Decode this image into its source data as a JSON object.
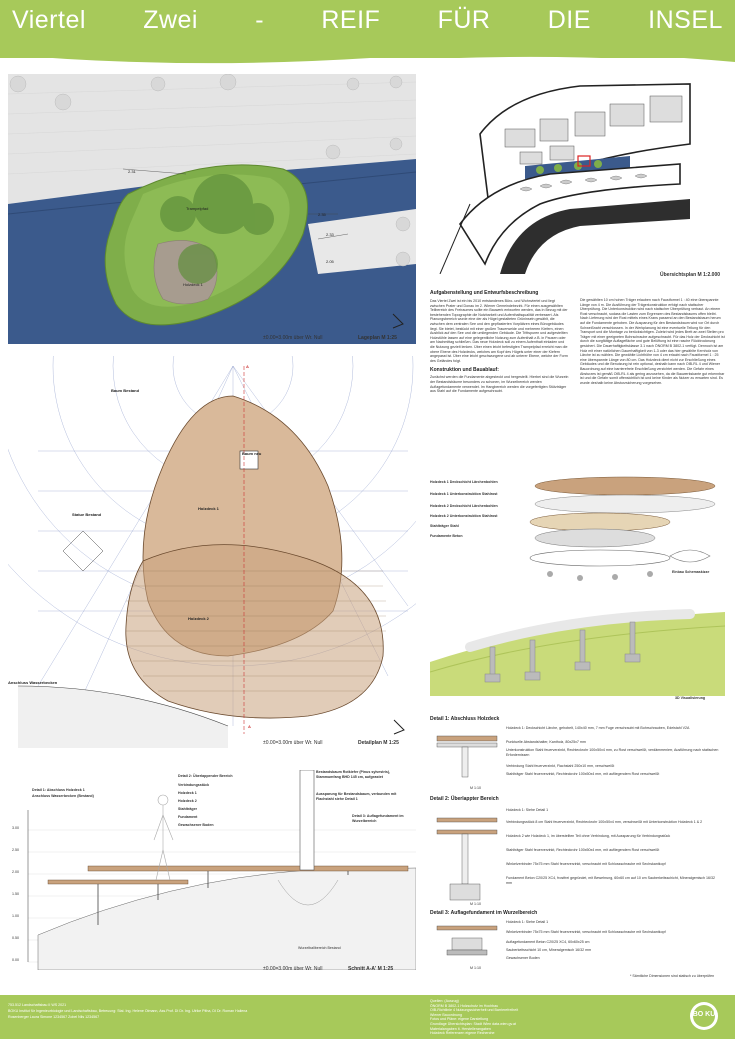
{
  "header": {
    "title_words": [
      "Viertel",
      "Zwei",
      "-",
      "REIF",
      "FÜR",
      "DIE",
      "INSEL"
    ]
  },
  "lageplan": {
    "level": "±0.00=3.00m über Wr. Null",
    "scale_label": "Lageplan M 1:25",
    "labels": {
      "holzdeck1": "Holzdeck 1",
      "trampelpfad": "Trampelpfad",
      "t1": "2.31",
      "t2": "2.35",
      "t3": "2.33",
      "t4": "2.05"
    }
  },
  "uebersicht": {
    "scale_label": "Übersichtsplan M 1:2.000"
  },
  "detailplan": {
    "level": "±0.00=3.00m über Wr. Null",
    "scale_label": "Detailplan M 1:25",
    "section_marker": "A",
    "labels": {
      "baum_bestand": "Baum Bestand",
      "baum_neu": "Baum neu",
      "holzdeck1": "Holzdeck 1",
      "holzdeck2": "Holzdeck 2",
      "statue": "Statue Bestand",
      "anschluss": "Anschluss Wasserbecken"
    }
  },
  "schnitt": {
    "level": "±0.00=3.00m über Wr. Null",
    "scale_label": "Schnitt A-A' M 1:25",
    "labels": {
      "d1": "Detail 1: Abschluss Holzdeck 1",
      "d1b": "Anschluss Wasserbecken (Bestand)",
      "d2": "Detail 2: Überlappender Bereich",
      "verb": "Verbindungsstück",
      "hd1": "Holzdeck 1",
      "hd2": "Holzdeck 2",
      "stuetz": "Stahlträger",
      "fund": "Fundament",
      "gew": "Gewachsener Boden",
      "baum1": "Bestandsbaum Rotkiefer (Pinus sylvestris), Stammumfang BHD 145 cm, aufgeastet",
      "aus": "Aussparung für Bestandsbaum, verbunden mit Flachstahl siehe Detail 1",
      "d3": "Detail 3: Auflagefundament im Wurzelbereich",
      "wurzel": "Wurzelballbereich Bestand"
    },
    "ticks": [
      "3.00",
      "2.50",
      "2.00",
      "1.50",
      "1.00",
      "0.50",
      "0.00"
    ]
  },
  "text": {
    "h1": "Aufgabenstellung und Entwurfsbeschreibung",
    "p1": "Das Viertel Zwei ist ein bis 2010 entstandenes Büro- und Wohnviertel und liegt zwischen Prater und Donau im 2. Wiener Gemeindebezirk. Für einen ausgewählten Teilbereich des Freiraumes sollte ein Bauwerk entworfen werden, das in Bezug mit der bestehenden Topographie die Nutzbarkeit und Aufenthaltsqualität verbessert. Als Planungsbereich wurde eine der als Hügel gestalteten Grüninseln gewählt, die zwischen dem zentralen See und den gepflasterten Vorplätzen eines Bürogebäudes liegt. Sie bietet, bestückt mit einer großen Trauerweide und mehreren Kiefern, einen Ausblick auf den See und die umliegenden Gebäude. Die Trittspuren und aufgestellten Holzstühle lassen auf eine gelegentliche Nutzung zum Aufenthalt z.B. in Pausen oder am Nachmittag schließen. Das neue Holzdeck soll zu einem Aufenthalt einladen und die Nutzung gezielt lenken. Über einen leicht befestigten Trampelpfad erreicht man die obere Ebene des Holzdecks, welches am Kopf des Hügels unter einer der Kiefern angepasst ist. Über eine leicht geschwungene und ab unterer Ebene, welche der Form des Geländes folgt.",
    "h2": "Konstruktion und Bauablauf:",
    "p2": "Zunächst werden die Fundamente abgesteckt und hergestellt. Hierbei sind die Wurzeln der Bestandsbäume besonders zu schonen, im Wurzelbereich werden Auflagefundamente verwendet. Im Hangbereich werden die vorgefertigten Stützträger aus Stahl auf die Fundamente aufgeschraubt.",
    "p3": "Die gewählten 10 cm hohen Träger erlauben nach Faustformel 1 : 40 eine überspannte Länge von 4 m. Die Ausführung der Trägerkonstruktion erfolgt nach statischer Überprüfung. Die Unterkonstruktion wird nach statischer Überprüfung verbaut. An einem Rost verschraubt, sodass die Lasten zum Ergrenzen des Bestandsbaums offen bleibt. Nach Lieferung wird der Rost mittels eines Krans passend an den Bestandsbaum herum auf die Fundamente gehoben. Die Ausparung für den Bestandsbaum wird vor Ort durch Schweißnaht verschlossen. In der Werkplanung ist eine eventuelle Teilung für den Transport und die Montage zu berücksichtigen. Zuletzt wird jedes Brett an zwei Stellen pro Träger mit einer geeigneten Bohrschraube aufgeschraubt. Für das Holz der Deckschicht ist durch die sorgfältige Auflagefläche und gute Belüftung ist eine rasche Rücktrocknung gesichert. Die Dauerhaftigkeitsklasse 3.1 nach ÖNORM B 3802-1 verfügt. Dennoch ist am Holz mit einer natürlichen Dauerhaftigkeit von 1-3 oder das hier gewählte Kernholz von Lärche ist zu wählen. Die gewählte Lichthöhe von 4 cm erlaubt nach Faustformel 1 : 25 eine überspannte Länge von 80 cm. Das Holzdeck dient nicht zur Erschließung eines Gebäudes und die Benutzung ist rein optional, deshalb kann nach OIB-RL 4 und Wiener Bauordnung auf eine barrierefreie Erschließung verzichtet werden. Die Gefahr eines Absturzes ist gemäß OIB-RL 4 als gering anzusehen, da die Bauwerkskante gut erkennbar ist und die Gefahr somit offensichtlich ist und keine Kinder als Nutzer zu erwarten sind. Es wurde deshalb keine Absturzsicherung vorgesehen."
  },
  "explosion": {
    "labels": [
      "Holzdeck 1 Deckschicht Lärchenbohlen",
      "Holzdeck 1 Unterkonstruktion Stahlrost",
      "Holzdeck 2 Deckschicht Lärchenbohlen",
      "Holzdeck 2 Unterkonstruktion Stahlrost",
      "Stahlträger Stahl",
      "Fundamente Beton"
    ],
    "skizze": "Einbau Schemaskizze"
  },
  "vis": {
    "caption": "3D Visualisierung"
  },
  "details": {
    "d1_title": "Detail 1: Abschluss Holzdeck",
    "d1_items": [
      "Holzdeck 1: Deckschicht Lärche, gehobelt, 140x40 mm, 7 mm Fuge verschraubt mit Bohrschrauben, Edelstahl V2A",
      "Punktuelle Abstandshalter, Kantholz, 80x25x7 mm",
      "Unterkonstruktion Stahl feuerverzinkt, Rechteckrohr 100x50x4 mm, zu Rost verschweißt, verdämmenierr, Ausführung nach statischen Erfordernissen",
      "Verbindung Stahl feuerverzinkt, Flachstahl 250x10 mm, verschweißt",
      "Stahlträger Stahl feuerverzinkt, Rechteckrohr 100x50x4 mm, mit aufliegendem Rost verschweißt"
    ],
    "d1_scale": "M 1:10",
    "d2_title": "Detail 2: Überlappter Bereich",
    "d2_items": [
      "Holzdeck 1: Siehe Detail 1",
      "Verbindungsstück 8 cm Stahl feuerverzinkt, Rechteckrohr 100x50x4 mm, verschweißt mit Unterkonstruktion Holzdeck 1 & 2",
      "Holzdeck 2 wie Holzdeck 1, im überstellten Teil ohne Verbindung, mit Aussparung für Verbindungsstück",
      "Stahlträger Stahl feuerverzinkt, Rechteckrohr 100x50x4 mm, mit aufliegendem Rost verschweißt",
      "Winkelverbinder 75x75 mm Stahl feuerverzinkt, verschraubt mit Schlossschraube mit Sechskantkopf",
      "Fundament Beton C20/25 XC4, frostfrei gegründet, mit Bewehrung, 60x60 cm auf 10 cm Sauberkeitsschicht, Mineralgemisch 16/32 mm"
    ],
    "d2_scale": "M 1:10",
    "d3_title": "Detail 3: Auflagefundament im Wurzelbereich",
    "d3_items": [
      "Holzdeck 1: Siehe Detail 1",
      "Winkelverbinder 75x75 mm Stahl feuerverzinkt, verschraubt mit Schlossschraube mit Sechskantkopf",
      "Auflagefundament Beton C20/25 XC4, 60x60x25 cm",
      "Sauberkeitsschicht 10 cm, Mineralgemisch 16/32 mm",
      "Gewachsener Boden"
    ],
    "d3_scale": "M 1:10",
    "note": "* Sämtliche Dimensionen sind statisch zu überprüfen"
  },
  "footer": {
    "line1": "753.512   Landschaftsbau II   WS 2021",
    "line2": "BOKU Institut für Ingenieurbiologie und Landschaftsbau, Betreuung: Stai. Ing. Helene Oimann, Ass.Prof. DI Dr. Ing. Ulrike Pitha, DI Dr. Roman Haliena",
    "line3": "Rosenberger Laura Simone 1234567 Zobel Nils 1234567",
    "credits": [
      "Quellen: (Auszug)",
      "ÖNORM B 3802-1 Holzschutz im Hochbau",
      "OIB-Richtlinie 4 Nutzungssicherheit und Barrierefreiheit",
      "Wiener Bauordnung",
      "Fotos und Pläne: eigene Darstellung",
      "Grundlage Übersichtsplan: Stadt Wien data.wien.gv.at",
      "Materialangaben lt. Herstellerangaben",
      "Holzdeck Referenzen eigene Recherche"
    ],
    "logo": "BO KU"
  },
  "colors": {
    "header": "#a7c95a",
    "water": "#3b5a8c",
    "grass": "#7fae4a",
    "wood": "#c9a27d"
  }
}
